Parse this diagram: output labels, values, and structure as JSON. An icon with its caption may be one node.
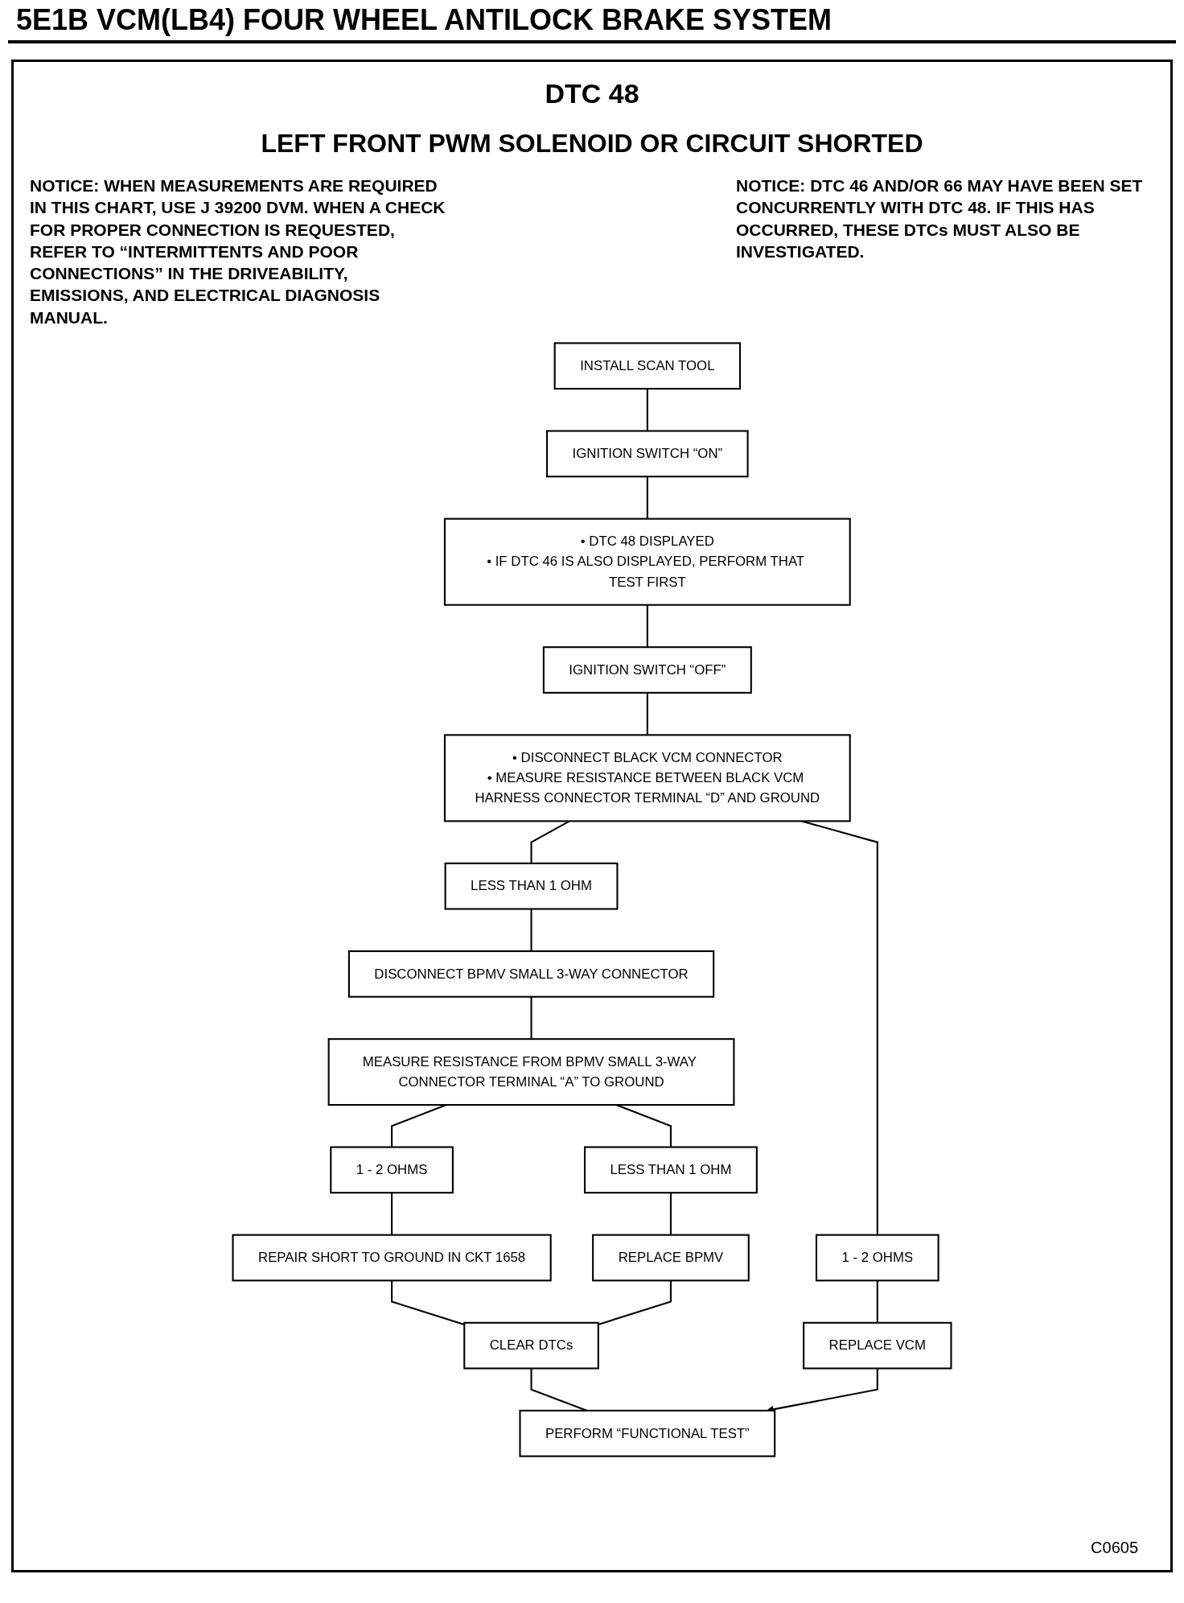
{
  "diagram": {
    "title": "5E1B VCM(LB4) FOUR WHEEL ANTILOCK BRAKE SYSTEM",
    "nodes": [
      {
        "text": [
          "INSTALL SCAN TOOL"
        ]
      },
      {
        "text": [
          "IGNITION SWITCH “ON”"
        ]
      },
      {
        "text": [
          "• DTC 48 DISPLAYED",
          "• IF DTC 46 IS ALSO DISPLAYED, PERFORM THAT TEST FIRST"
        ]
      },
      {
        "text": [
          "IGNITION SWITCH “OFF”"
        ]
      },
      {
        "text": [
          "• DISCONNECT BLACK VCM CONNECTOR",
          "• MEASURE RESISTANCE BETWEEN BLACK VCM HARNESS CONNECTOR TERMINAL “D” AND GROUND"
        ]
      },
      {
        "text": [
          "1 - 2 OHMS"
        ]
      },
      {
        "text": [
          "LESS THAN 1 OHM"
        ]
      },
      {
        "text": [
          "REPLACE VCM"
        ]
      },
      {
        "text": [
          "DISCONNECT BPMV SMALL 3-WAY CONNECTOR"
        ]
      },
      {
        "text": [
          "MEASURE RESISTANCE FROM BPMV SMALL 3-WAY CONNECTOR TERMINAL “A” TO GROUND"
        ]
      },
      {
        "text": [
          "1 - 2 OHMS"
        ]
      },
      {
        "text": [
          "LESS THAN 1 OHM"
        ]
      },
      {
        "text": [
          "REPAIR SHORT TO GROUND IN CKT 1658"
        ]
      },
      {
        "text": [
          "REPLACE BPMV"
        ]
      },
      {
        "text": [
          "CLEAR DTCs"
        ]
      },
      {
        "text": [
          "PERFORM “FUNCTIONAL TEST”"
        ]
      }
    ],
    "edges": [
      {
        "from": 0,
        "to": 1,
        "arrow": "none"
      },
      {
        "from": 1,
        "to": 2,
        "arrow": "none"
      },
      {
        "from": 2,
        "to": 3,
        "arrow": "none"
      },
      {
        "from": 3,
        "to": 4,
        "arrow": "none"
      },
      {
        "from": 4,
        "to": 5,
        "arrow": "none"
      },
      {
        "from": 4,
        "to": 6,
        "arrow": "none"
      },
      {
        "from": 5,
        "to": 7,
        "arrow": "none"
      },
      {
        "from": 6,
        "to": 8,
        "arrow": "none"
      },
      {
        "from": 8,
        "to": 9,
        "arrow": "none"
      },
      {
        "from": 9,
        "to": 10,
        "arrow": "none"
      },
      {
        "from": 9,
        "to": 11,
        "arrow": "none"
      },
      {
        "from": 10,
        "to": 12,
        "arrow": "none"
      },
      {
        "from": 11,
        "to": 13,
        "arrow": "none"
      },
      {
        "from": 12,
        "to": 14,
        "arrow": "none"
      },
      {
        "from": 13,
        "to": 14,
        "arrow": "none"
      },
      {
        "from": 14,
        "to": 15,
        "arrow": "none"
      },
      {
        "from": 7,
        "to": 15,
        "arrow": "to"
      }
    ],
    "labels": [
      "DTC 48",
      "LEFT FRONT PWM SOLENOID OR CIRCUIT SHORTED",
      "NOTICE: WHEN MEASUREMENTS ARE REQUIRED IN THIS CHART, USE J 39200 DVM. WHEN A CHECK FOR PROPER CONNECTION IS REQUESTED, REFER TO “INTERMITTENTS AND POOR CONNECTIONS” IN THE DRIVEABILITY, EMISSIONS, AND ELECTRICAL DIAGNOSIS MANUAL.",
      "NOTICE: DTC 46 AND/OR 66 MAY HAVE BEEN SET CONCURRENTLY WITH DTC 48. IF THIS HAS OCCURRED, THESE DTCs MUST ALSO BE INVESTIGATED.",
      "C0605"
    ]
  }
}
